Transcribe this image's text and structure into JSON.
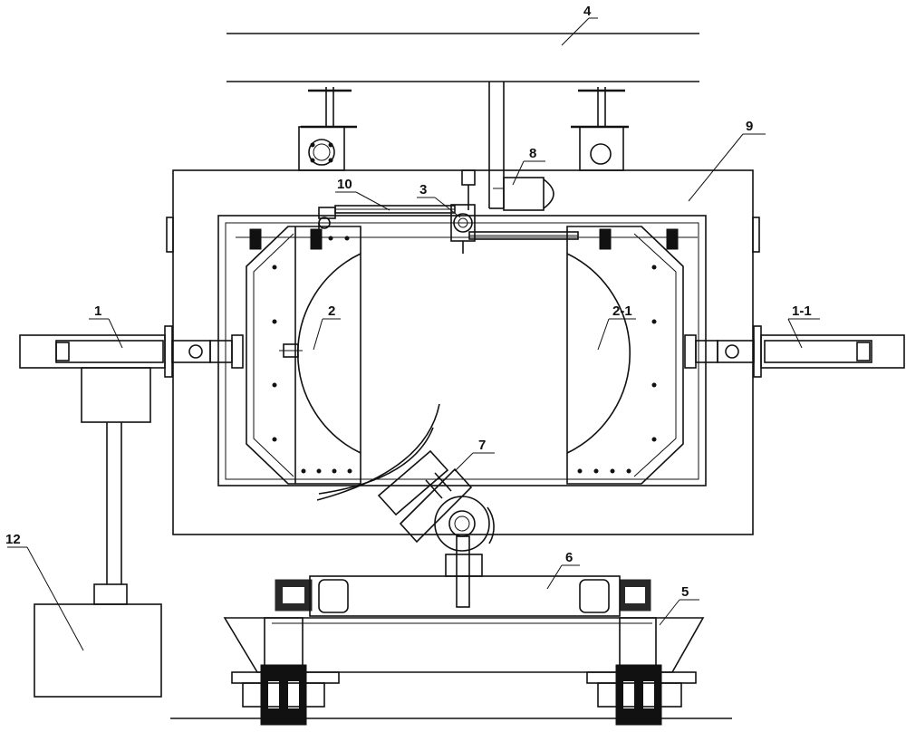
{
  "labels": {
    "l1": "1",
    "l1_1": "1-1",
    "l2": "2",
    "l2_1": "2-1",
    "l3": "3",
    "l4": "4",
    "l5": "5",
    "l6": "6",
    "l7": "7",
    "l8": "8",
    "l9": "9",
    "l10": "10",
    "l12": "12"
  },
  "colors": {
    "line": "#111111",
    "background": "#ffffff"
  }
}
